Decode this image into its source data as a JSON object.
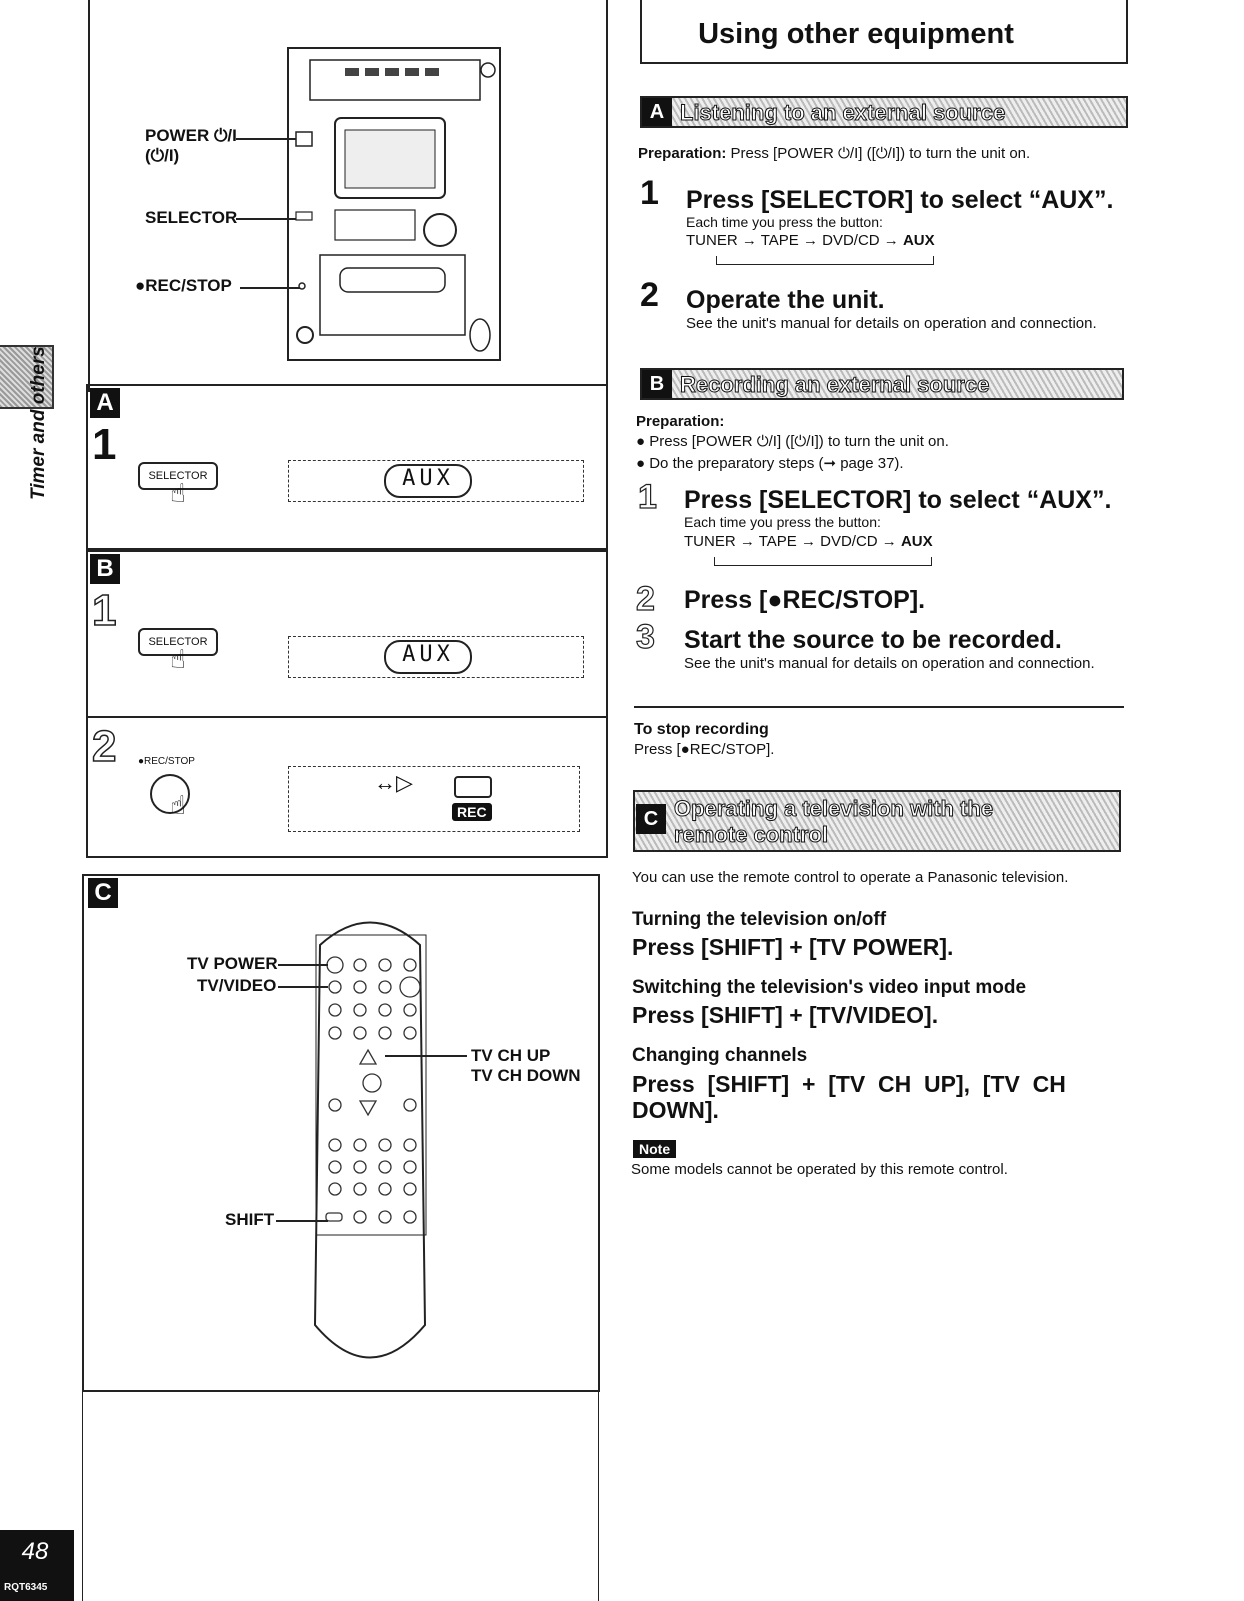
{
  "side": {
    "section_label": "Timer and others",
    "page_number": "48",
    "doc_code": "RQT6345"
  },
  "left": {
    "unit_callouts": {
      "power": "POWER ⏻/I",
      "power_sub": "(⏻/I)",
      "selector": "SELECTOR",
      "rec": "●REC/STOP"
    },
    "panel_a": {
      "letter": "A",
      "step": "1",
      "button": "SELECTOR",
      "lcd": "AUX"
    },
    "panel_b": {
      "letter": "B",
      "step1": "1",
      "button": "SELECTOR",
      "lcd": "AUX",
      "step2": "2",
      "rec_label": "●REC/STOP",
      "rec_badge": "REC",
      "play_glyph": "↔▷"
    },
    "panel_c": {
      "letter": "C",
      "tv_power": "TV POWER",
      "tv_video": "TV/VIDEO",
      "ch_up": "TV CH UP",
      "ch_down": "TV CH DOWN",
      "shift": "SHIFT"
    }
  },
  "right": {
    "title": "Using other equipment",
    "sec_a": {
      "letter": "A",
      "title": "Listening to an external source",
      "prep_label": "Preparation:",
      "prep_text": " Press [POWER ⏻/I] ([⏻/I]) to turn the unit on.",
      "step1_num": "1",
      "step1_head": "Press [SELECTOR] to select “AUX”.",
      "step1_sub": "Each time you press the button:",
      "step1_seq": "TUNER → TAPE → DVD/CD → ",
      "step1_seq_bold": "AUX",
      "step2_num": "2",
      "step2_head": "Operate the unit.",
      "step2_sub": "See the unit's manual for details on operation and connection."
    },
    "sec_b": {
      "letter": "B",
      "title": "Recording an external source",
      "prep_label": "Preparation:",
      "prep1": "● Press [POWER ⏻/I] ([⏻/I]) to turn the unit on.",
      "prep2": "● Do the preparatory steps (➞ page 37).",
      "step1_num": "1",
      "step1_head": "Press [SELECTOR] to select “AUX”.",
      "step1_sub": "Each time you press the button:",
      "step1_seq": "TUNER → TAPE → DVD/CD → ",
      "step1_seq_bold": "AUX",
      "step2_num": "2",
      "step2_head": "Press [●REC/STOP].",
      "step3_num": "3",
      "step3_head": "Start the source to be recorded.",
      "step3_sub": "See the unit's manual for details on operation and connection.",
      "stop_head": "To stop recording",
      "stop_text": "Press [●REC/STOP]."
    },
    "sec_c": {
      "letter": "C",
      "title_line1": "Operating a television with the",
      "title_line2": "remote control",
      "intro": "You can use the remote control to operate a Panasonic television.",
      "h1": "Turning the television on/off",
      "c1": "Press [SHIFT] + [TV POWER].",
      "h2": "Switching the television's video input mode",
      "c2": "Press [SHIFT] + [TV/VIDEO].",
      "h3": "Changing channels",
      "c3a": "Press  [SHIFT]  +  [TV  CH  UP],  [TV  CH",
      "c3b": "DOWN].",
      "note_badge": "Note",
      "note_text": "Some models cannot be operated by this remote control."
    }
  }
}
